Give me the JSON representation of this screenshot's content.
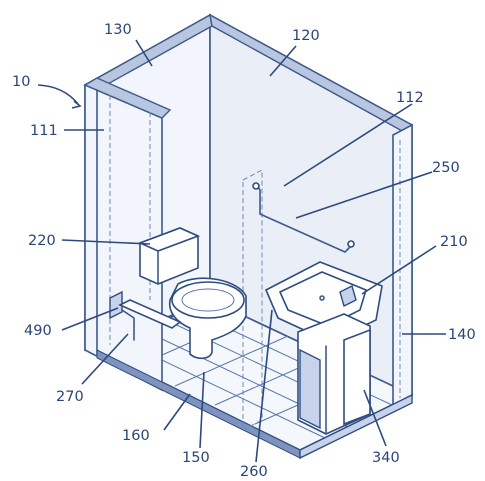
{
  "labels": {
    "l10": "10",
    "l111": "111",
    "l112": "112",
    "l120": "120",
    "l130": "130",
    "l140": "140",
    "l150": "150",
    "l160": "160",
    "l210": "210",
    "l220": "220",
    "l250": "250",
    "l260": "260",
    "l270": "270",
    "l340": "340",
    "l490": "490"
  },
  "colors": {
    "line": "#3d5a8c",
    "label": "#2a4677",
    "wall_fill": "#e9eef7",
    "rim_fill": "#b9c6e0"
  }
}
